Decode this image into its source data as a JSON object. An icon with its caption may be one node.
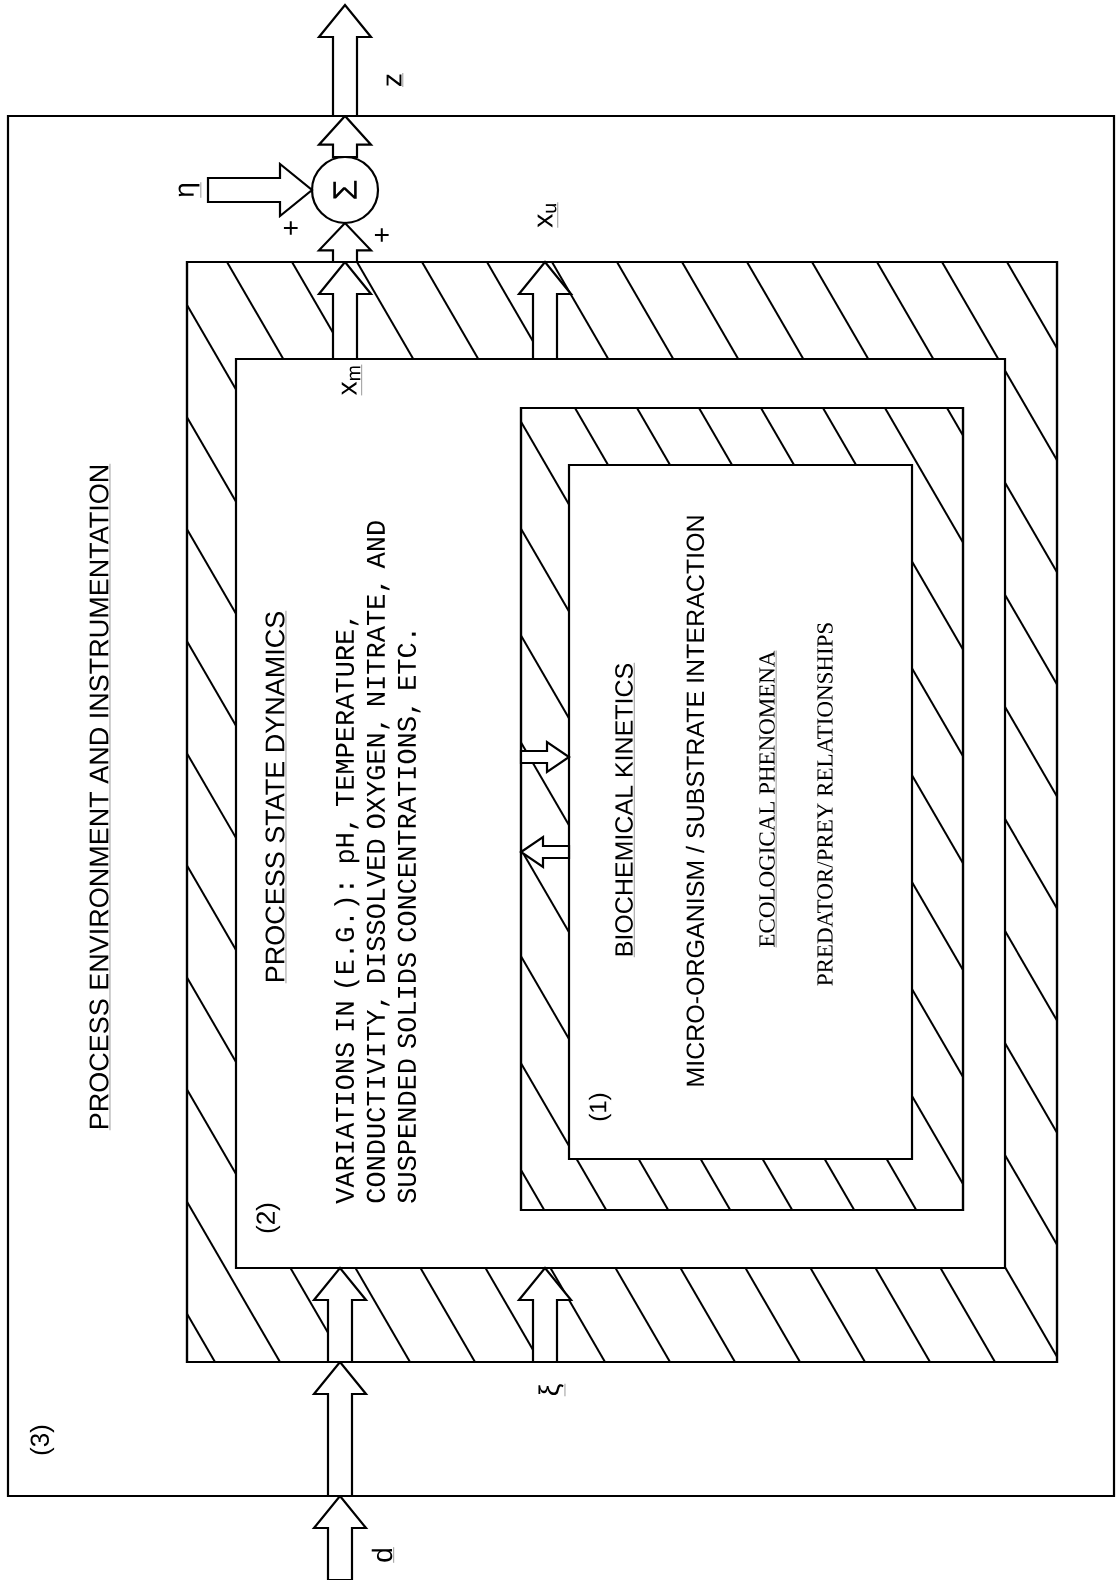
{
  "diagram": {
    "nodes": [
      {
        "text": [
          "(3)",
          "PROCESS ENVIRONMENT AND INSTRUMENTATION"
        ]
      },
      {
        "text": [],
        "shape": "box",
        "in": 0
      },
      {
        "text": [
          "(2)",
          "PROCESS STATE DYNAMICS",
          "VARIATIONS IN (E.G.): pH, TEMPERATURE, CONDUCTIVITY, DISSOLVED OXYGEN, NITRATE, AND SUSPENDED SOLIDS CONCENTRATIONS, ETC."
        ],
        "in": 1
      },
      {
        "text": [],
        "shape": "box",
        "in": 2
      },
      {
        "text": [
          "(1)",
          "BIOCHEMICAL KINETICS",
          "MICRO-ORGANISM / SUBSTRATE INTERACTION",
          "ECOLOGICAL PHENOMENA",
          "PREDATOR/PREY RELATIONSHIPS"
        ],
        "in": 3
      },
      {
        "text": [
          "Σ"
        ],
        "in": 0
      }
    ],
    "edges": [
      {
        "from": null,
        "to": 0,
        "arrow": "to"
      },
      {
        "from": 0,
        "to": 1,
        "arrow": "to"
      },
      {
        "from": 1,
        "to": 2,
        "arrow": "to"
      },
      {
        "from": 1,
        "to": 2,
        "arrow": "to"
      },
      {
        "from": 2,
        "to": 1,
        "arrow": "to"
      },
      {
        "from": 2,
        "to": 1,
        "arrow": "to"
      },
      {
        "from": 1,
        "to": 5,
        "arrow": "to"
      },
      {
        "from": null,
        "to": 5,
        "arrow": "to"
      },
      {
        "from": 5,
        "to": 0,
        "arrow": "to"
      },
      {
        "from": 0,
        "to": null,
        "arrow": "to"
      },
      {
        "from": 3,
        "to": 4,
        "arrow": "to"
      },
      {
        "from": 4,
        "to": 3,
        "arrow": "to"
      }
    ],
    "labels": [
      "z",
      "η",
      "+",
      "+",
      "x$_{u}$",
      "x$_{m}$",
      "ξ",
      "d"
    ]
  }
}
